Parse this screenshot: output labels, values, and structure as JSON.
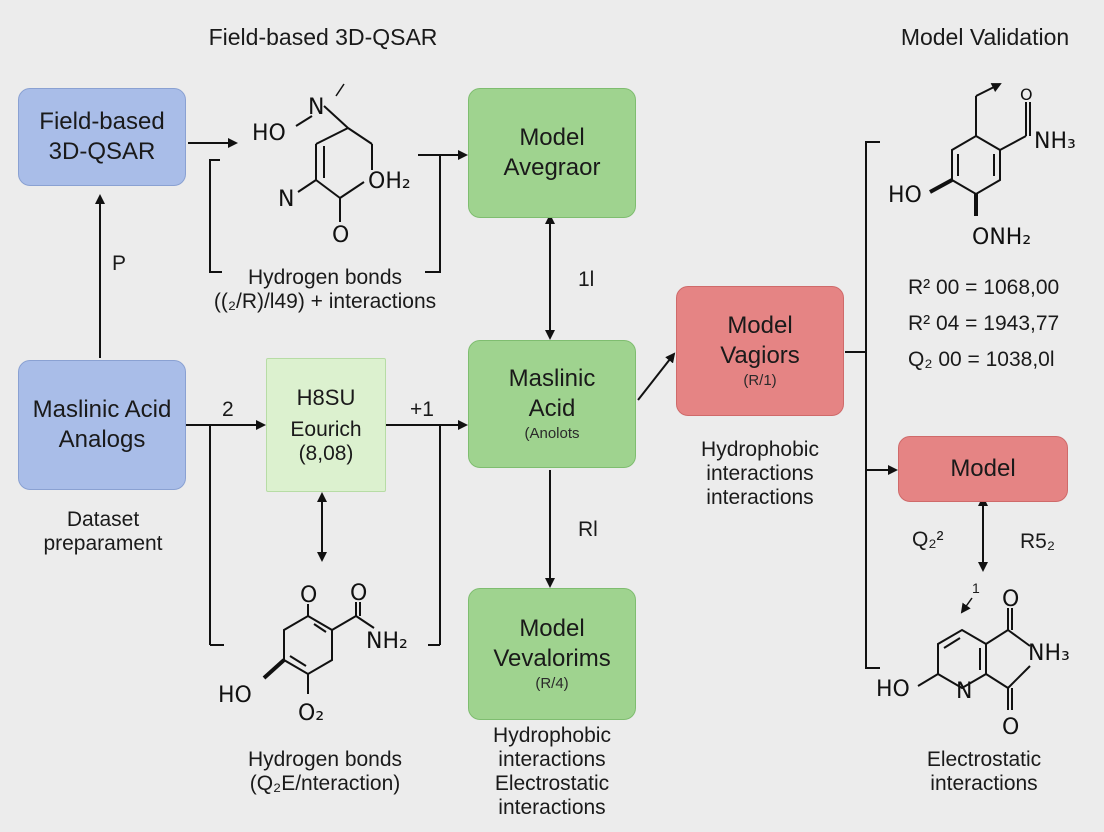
{
  "headers": {
    "left": "Field-based 3D-QSAR",
    "right": "Model Validation"
  },
  "boxes": {
    "field_based": [
      "Field-based",
      "3D-QSAR"
    ],
    "maslinic_analogs": [
      "Maslinic Acid",
      "Analogs"
    ],
    "h8su": {
      "title": "H8SU",
      "line1": "Eourich",
      "line2": "(8,08)"
    },
    "model_avegraor": [
      "Model",
      "Avegraor"
    ],
    "maslinic_acid_center": {
      "line1": "Maslinic",
      "line2": "Acid",
      "sub": "(Anolots"
    },
    "model_vevalorims": {
      "line1": "Model",
      "line2": "Vevalorims",
      "sub": "(R/4)"
    },
    "model_vagiors": {
      "line1": "Model",
      "line2": "Vagiors",
      "sub": "(R/1)"
    },
    "model_right": "Model"
  },
  "labels": {
    "dataset": [
      "Dataset",
      "preparament"
    ],
    "arrow_p": "P",
    "arrow_2": "2",
    "arrow_plus1": "+1",
    "arrow_1l": "1l",
    "arrow_rl": "Rl",
    "hbonds_top": [
      "Hydrogen bonds",
      "((₂/R)/l49) + interactions"
    ],
    "hbonds_bottom": [
      "Hydrogen bonds",
      "(Q₂E/nteraction)"
    ],
    "hydro_center": [
      "Hydrophobic",
      "interactions",
      "Electrostatic",
      "interactions"
    ],
    "hydro_right": [
      "Hydrophobic",
      "interactions",
      "interactions"
    ],
    "electro_right": [
      "Electrostatic",
      "interactions"
    ],
    "q2": "Q₂²",
    "r52": "R5₂",
    "small_1": "1"
  },
  "stats": [
    "R² 00 = 1068,00",
    "R² 04 = 1943,77",
    "Q₂ 00 = 1038,0l"
  ],
  "molecules": {
    "top_center": {
      "ho": "HO",
      "n_top": "N",
      "oh2": "OH₂",
      "n_left": "N",
      "o": "O"
    },
    "bottom_center": {
      "o_top": "O",
      "o_right": "O",
      "nh2": "NH₂",
      "ho": "HO",
      "o2": "O₂"
    },
    "top_right": {
      "o": "O",
      "nh3": "NH₃",
      "ho": "HO",
      "onh2": "ONH₂"
    },
    "bottom_right": {
      "o_top": "O",
      "nh3": "NH₃",
      "ho": "HO",
      "n": "N",
      "o_bottom": "O"
    }
  }
}
